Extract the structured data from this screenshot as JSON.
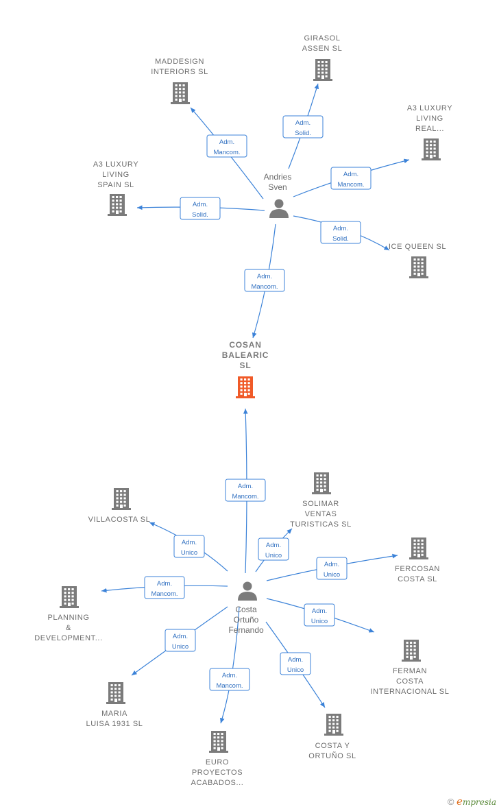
{
  "colors": {
    "edge": "#3b82d8",
    "building": "#7b7b7b",
    "center_building": "#f05a28",
    "label": "#6b6b6b"
  },
  "icons": {
    "company": "building-icon",
    "person": "person-icon"
  },
  "companies": [
    {
      "id": "center",
      "lines": [
        "COSAN",
        "BALEARIC",
        "SL"
      ],
      "highlight": true
    },
    {
      "id": "maddesign",
      "lines": [
        "MADDESIGN",
        "INTERIORS  SL"
      ]
    },
    {
      "id": "girasol",
      "lines": [
        "GIRASOL",
        "ASSEN  SL"
      ]
    },
    {
      "id": "a3real",
      "lines": [
        "A3 LUXURY",
        "LIVING",
        "REAL..."
      ]
    },
    {
      "id": "a3spain",
      "lines": [
        "A3 LUXURY",
        "LIVING",
        "SPAIN  SL"
      ]
    },
    {
      "id": "icequeen",
      "lines": [
        "ICE QUEEN  SL"
      ]
    },
    {
      "id": "villacosta",
      "lines": [
        "VILLACOSTA SL"
      ]
    },
    {
      "id": "solimar",
      "lines": [
        "SOLIMAR",
        "VENTAS",
        "TURISTICAS SL"
      ]
    },
    {
      "id": "fercosan",
      "lines": [
        "FERCOSAN",
        "COSTA SL"
      ]
    },
    {
      "id": "planning",
      "lines": [
        "PLANNING",
        "&",
        "DEVELOPMENT..."
      ]
    },
    {
      "id": "ferman",
      "lines": [
        "FERMAN",
        "COSTA",
        "INTERNACIONAL SL"
      ]
    },
    {
      "id": "maria",
      "lines": [
        "MARIA",
        "LUISA 1931  SL"
      ]
    },
    {
      "id": "euro",
      "lines": [
        "EURO",
        "PROYECTOS",
        "ACABADOS..."
      ]
    },
    {
      "id": "costay",
      "lines": [
        "COSTA Y",
        "ORTUÑO SL"
      ]
    }
  ],
  "people": [
    {
      "id": "andries",
      "lines": [
        "Andries",
        "Sven"
      ]
    },
    {
      "id": "costa",
      "lines": [
        "Costa",
        "Ortuño",
        "Fernando"
      ]
    }
  ],
  "edges": [
    {
      "from": "andries",
      "to": "maddesign",
      "role": [
        "Adm.",
        "Mancom."
      ]
    },
    {
      "from": "andries",
      "to": "girasol",
      "role": [
        "Adm.",
        "Solid."
      ]
    },
    {
      "from": "andries",
      "to": "a3real",
      "role": [
        "Adm.",
        "Mancom."
      ]
    },
    {
      "from": "andries",
      "to": "a3spain",
      "role": [
        "Adm.",
        "Solid."
      ]
    },
    {
      "from": "andries",
      "to": "icequeen",
      "role": [
        "Adm.",
        "Solid."
      ]
    },
    {
      "from": "andries",
      "to": "center",
      "role": [
        "Adm.",
        "Mancom."
      ]
    },
    {
      "from": "costa",
      "to": "center",
      "role": [
        "Adm.",
        "Mancom."
      ]
    },
    {
      "from": "costa",
      "to": "villacosta",
      "role": [
        "Adm.",
        "Unico"
      ]
    },
    {
      "from": "costa",
      "to": "solimar",
      "role": [
        "Adm.",
        "Unico"
      ]
    },
    {
      "from": "costa",
      "to": "fercosan",
      "role": [
        "Adm.",
        "Unico"
      ]
    },
    {
      "from": "costa",
      "to": "planning",
      "role": [
        "Adm.",
        "Mancom."
      ]
    },
    {
      "from": "costa",
      "to": "ferman",
      "role": [
        "Adm.",
        "Unico"
      ]
    },
    {
      "from": "costa",
      "to": "maria",
      "role": [
        "Adm.",
        "Unico"
      ]
    },
    {
      "from": "costa",
      "to": "euro",
      "role": [
        "Adm.",
        "Mancom."
      ]
    },
    {
      "from": "costa",
      "to": "costay",
      "role": [
        "Adm.",
        "Unico"
      ]
    }
  ],
  "footer": {
    "copyright": "©",
    "brand_initial": "e",
    "brand_rest": "mpresia"
  }
}
